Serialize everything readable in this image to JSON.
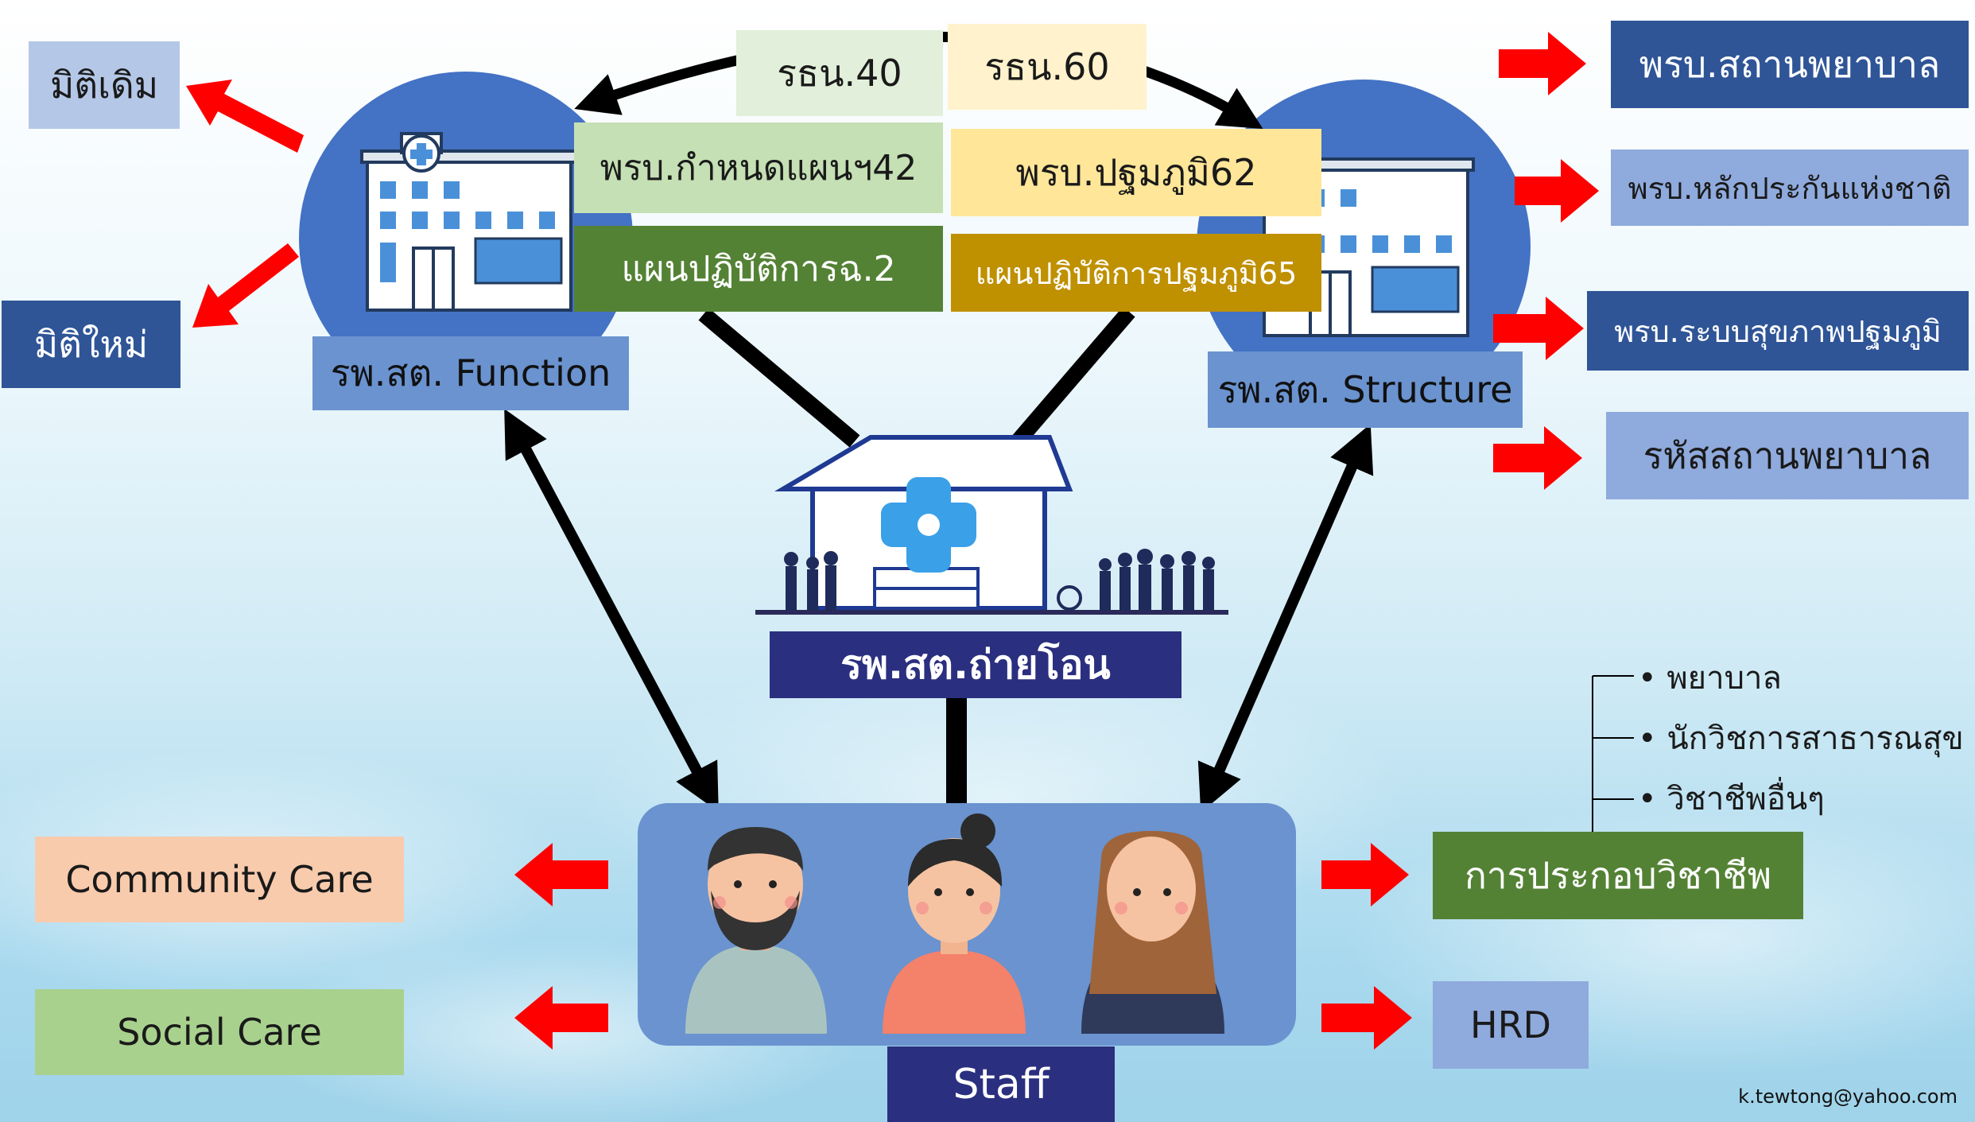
{
  "colors": {
    "circle_blue": "#4472c4",
    "dark_blue": "#2f5597",
    "mid_blue": "#6a93cf",
    "light_blue": "#8faadc",
    "navy": "#2b2f7f",
    "green_light": "#c5e0b4",
    "green_dark": "#548235",
    "green_pale": "#e2efda",
    "cream": "#fff2cc",
    "yellow": "#ffe699",
    "gold": "#bf9000",
    "peach": "#f8cbad",
    "lime": "#a9d18e",
    "arrow_red": "#ff0000",
    "arrow_black": "#000000"
  },
  "top_laws": {
    "rthn40": "รธน.40",
    "rthn60": "รธน.60",
    "act42": "พรบ.กำหนดแผนฯ42",
    "act62": "พรบ.ปฐมภูมิ62",
    "plan2": "แผนปฏิบัติการฉ.2",
    "plan65": "แผนปฏิบัติการปฐมภูมิ65"
  },
  "function": {
    "label": "รพ.สต. Function",
    "dimension_old": "มิติเดิม",
    "dimension_new": "มิติใหม่"
  },
  "structure": {
    "label": "รพ.สต. Structure",
    "items": [
      "พรบ.สถานพยาบาล",
      "พรบ.หลักประกันแห่งชาติ",
      "พรบ.ระบบสุขภาพปฐมภูมิ",
      "รหัสสถานพยาบาล"
    ]
  },
  "center": {
    "label": "รพ.สต.ถ่ายโอน"
  },
  "staff": {
    "label": "Staff",
    "left_outputs": [
      "Community Care",
      "Social Care"
    ],
    "practice": "การประกอบวิชาชีพ",
    "hrd": "HRD",
    "professions": [
      "พยาบาล",
      "นักวิชการสาธารณสุข",
      "วิชาชีพอื่นๆ"
    ]
  },
  "footer": {
    "email": "k.tewtong@yahoo.com"
  }
}
